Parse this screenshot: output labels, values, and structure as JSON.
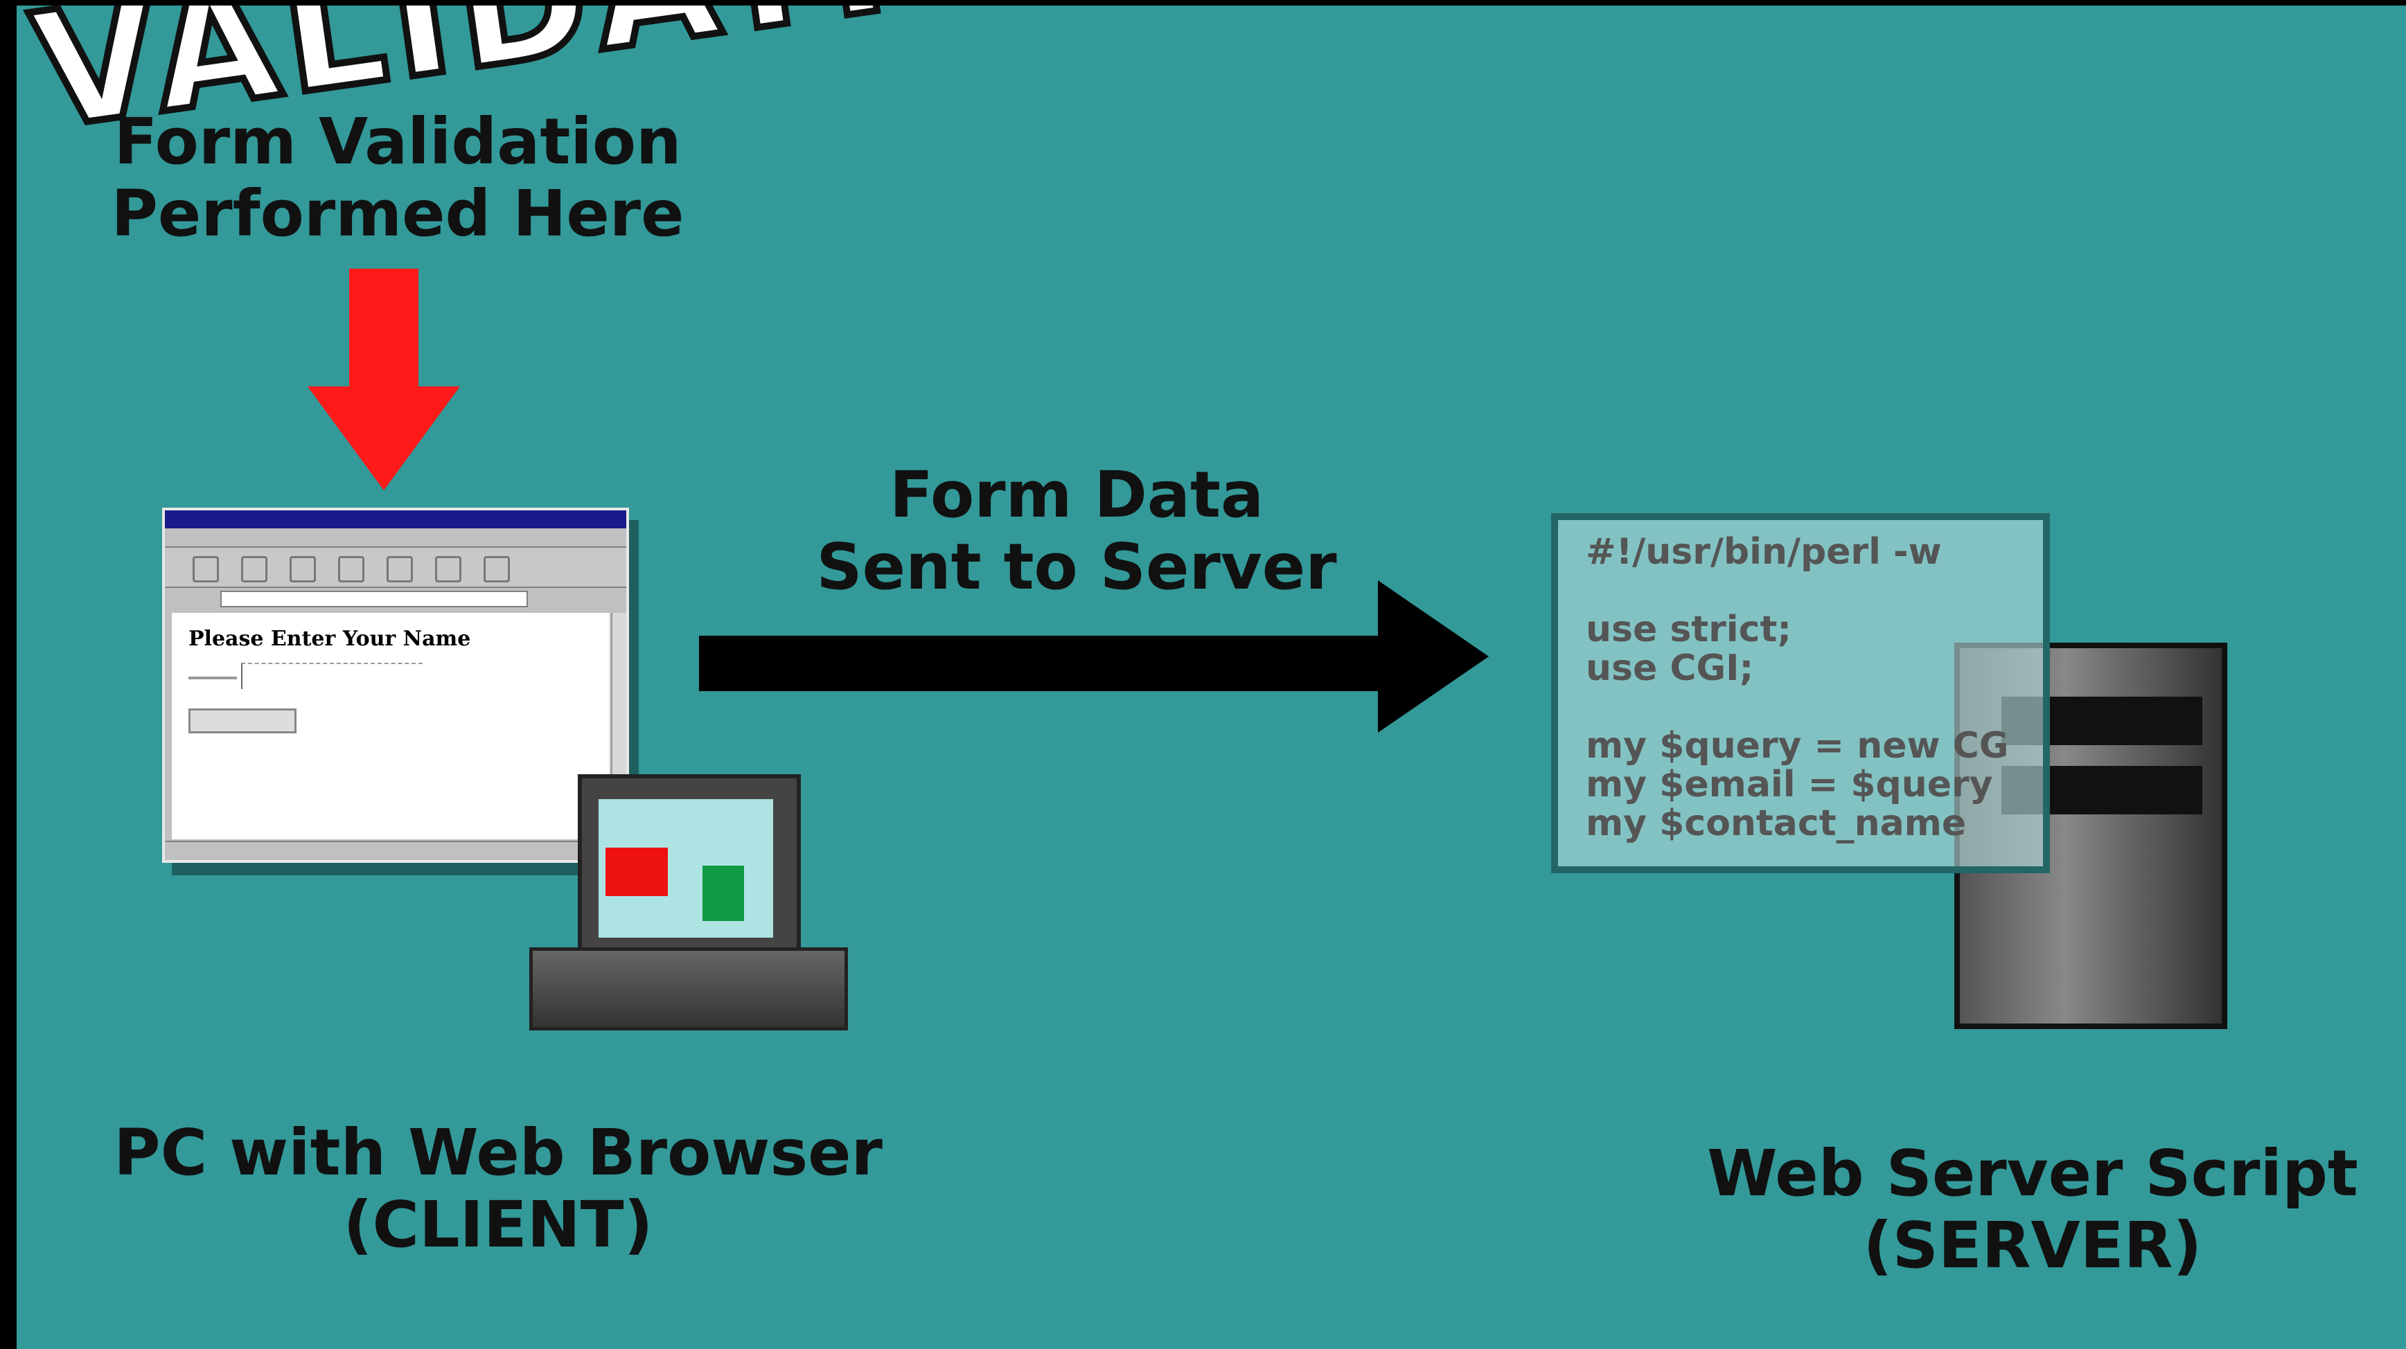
{
  "handwritten_heading": "VALIDATION",
  "client_callout": {
    "line1": "Form Validation",
    "line2": "Performed Here"
  },
  "transfer_label": {
    "line1": "Form Data",
    "line2": "Sent to Server"
  },
  "browser_window": {
    "heading": "Please Enter Your Name"
  },
  "server_script": {
    "lines": [
      "#!/usr/bin/perl -w",
      "",
      "use strict;",
      "use CGI;",
      "",
      "my $query = new CG",
      "my $email = $query",
      "my $contact_name"
    ]
  },
  "client_label": {
    "line1": "PC with Web Browser",
    "line2": "(CLIENT)"
  },
  "server_label": {
    "line1": "Web Server Script",
    "line2": "(SERVER)"
  },
  "colors": {
    "background": "#339999",
    "callout_arrow": "#ff1a1a",
    "flow_arrow": "#000000",
    "text": "#111111"
  }
}
